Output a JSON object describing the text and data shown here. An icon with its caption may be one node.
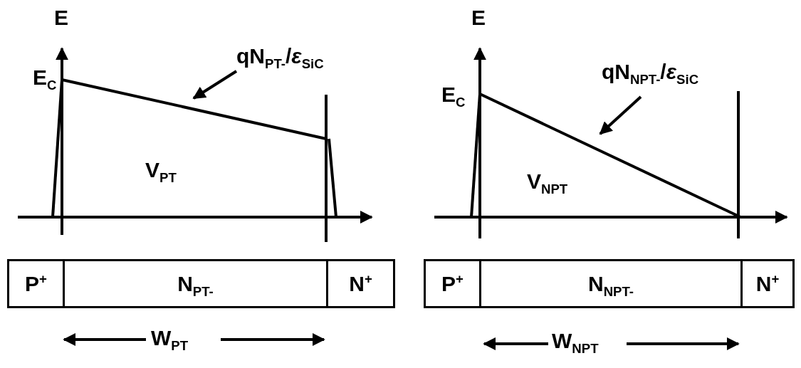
{
  "diagram": {
    "nodes": [
      {
        "text": [
          "P$^{+}$"
        ]
      },
      {
        "text": [
          "N$_{PT-}$"
        ]
      },
      {
        "text": [
          "N$^{+}$"
        ]
      },
      {
        "text": [
          "P$^{+}$"
        ]
      },
      {
        "text": [
          "N$_{NPT-}$"
        ]
      },
      {
        "text": [
          "N$^{+}$"
        ]
      },
      {
        "text": [
          "qN$_{PT-}$/*ε*$_{SiC}$"
        ]
      },
      {
        "text": [
          "qN$_{NPT-}$/*ε*$_{SiC}$"
        ]
      }
    ],
    "edges": [
      {
        "from": 6,
        "to": null,
        "arrow": "to"
      },
      {
        "from": 7,
        "to": null,
        "arrow": "to"
      }
    ],
    "labels": [
      "E",
      "E$_{C}$",
      "V$_{PT}$",
      "W$_{PT}$",
      "E",
      "E$_{C}$",
      "V$_{NPT}$",
      "W$_{NPT}$"
    ]
  }
}
